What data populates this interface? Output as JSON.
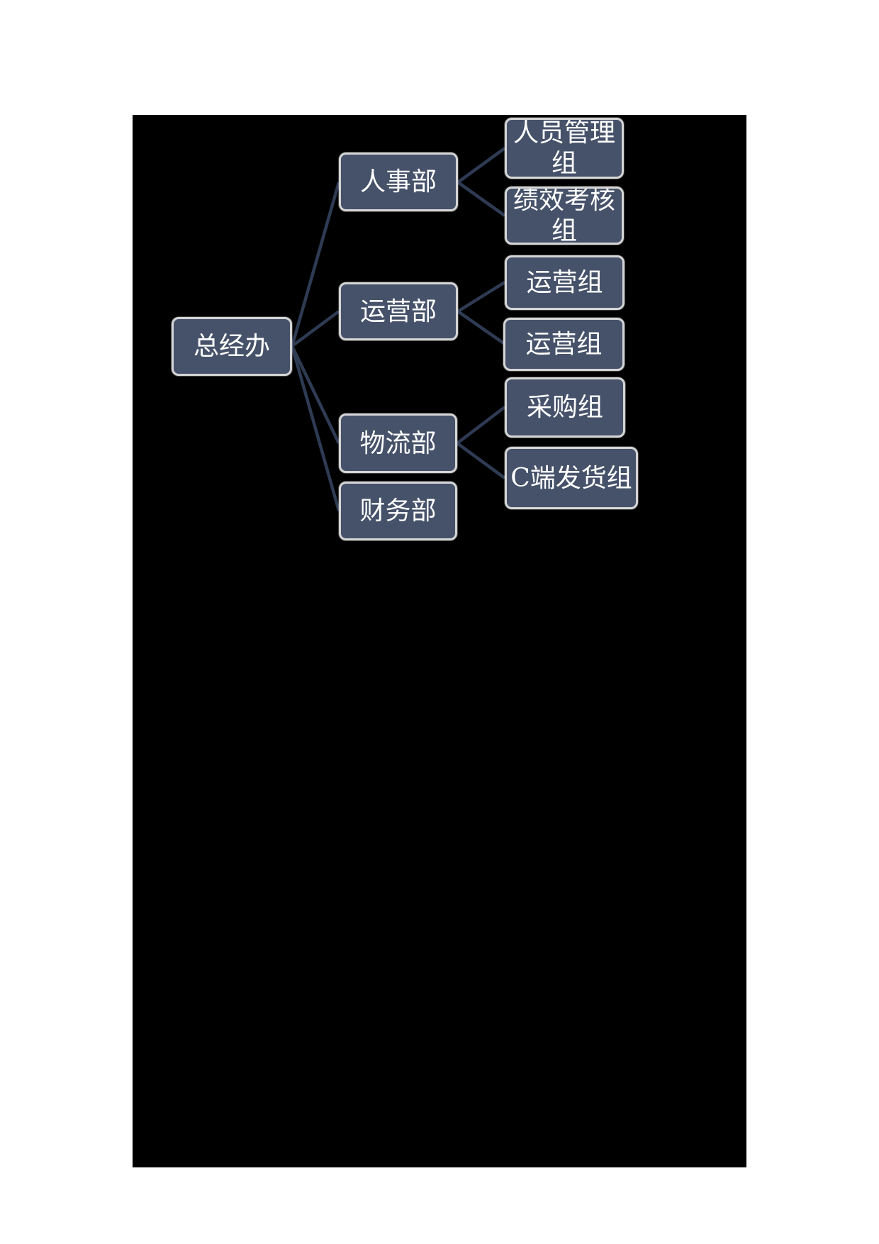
{
  "document": {
    "page_background": "#FFFFFF",
    "image_background": "#000000"
  },
  "org_chart": {
    "type": "org-tree",
    "direction": "left-to-right",
    "colors": {
      "node_fill": "#46526A",
      "node_border": "#D5D5D5",
      "node_text": "#FFFFFF",
      "connector": "#2E3B53"
    },
    "root": {
      "label": "总经办"
    },
    "departments": [
      {
        "label": "人事部",
        "children": [
          {
            "label": "人员管理组"
          },
          {
            "label": "绩效考核组"
          }
        ]
      },
      {
        "label": "运营部",
        "children": [
          {
            "label": "运营组"
          },
          {
            "label": "运营组"
          }
        ]
      },
      {
        "label": "物流部",
        "children": [
          {
            "label": "采购组"
          },
          {
            "label": "C端发货组"
          }
        ]
      },
      {
        "label": "财务部",
        "children": []
      }
    ]
  }
}
